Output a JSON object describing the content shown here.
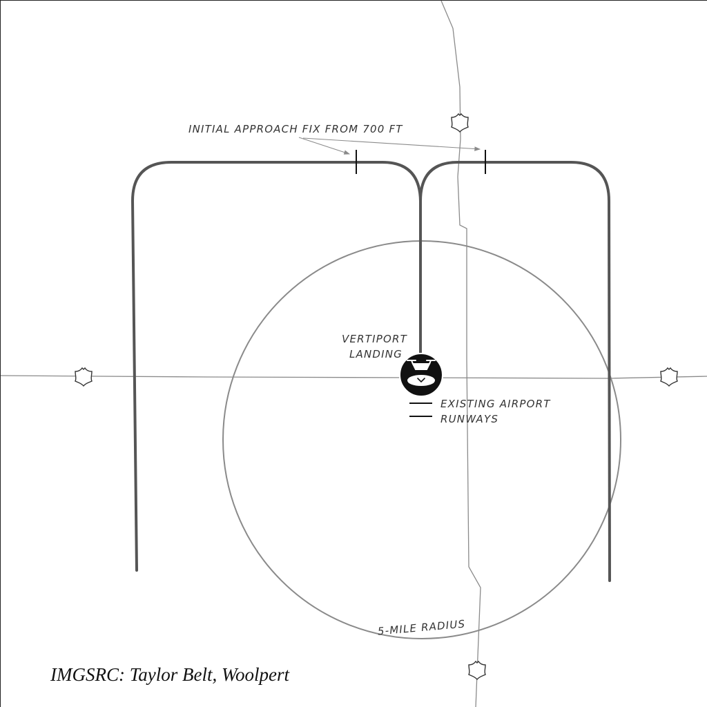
{
  "labels": {
    "initial_approach_fix": "INITIAL APPROACH FIX FROM 700 FT",
    "vertiport_line1": "VERTIPORT",
    "vertiport_line2": "LANDING",
    "runways_line1": "EXISTING AIRPORT",
    "runways_line2": "RUNWAYS",
    "radius": "5-MILE RADIUS"
  },
  "credit": "IMGSRC: Taylor Belt, Woolpert",
  "icons": {
    "highway_shield": "us-highway-shield-icon",
    "vertiport": "drone-landing-pad-icon"
  },
  "colors": {
    "approach_path": "#555555",
    "roads": "#8a8a8a",
    "radius_circle": "#8a8a8a",
    "vertiport_badge": "#111111"
  }
}
